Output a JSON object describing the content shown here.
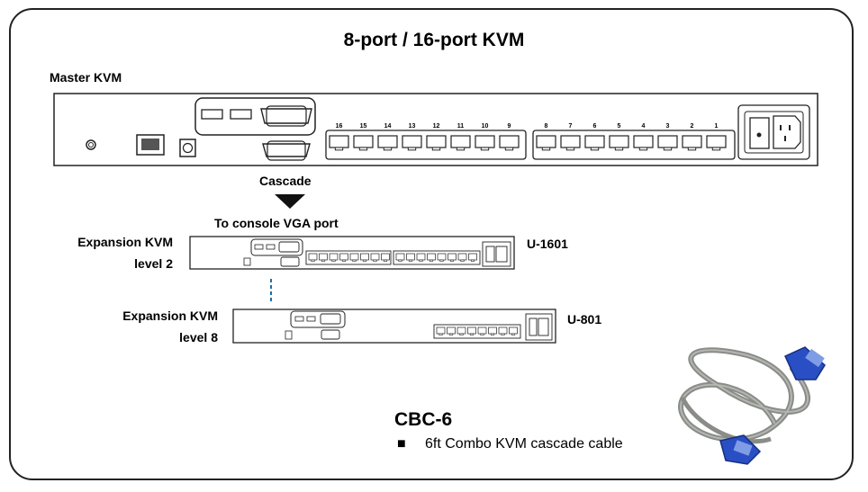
{
  "title": "8-port / 16-port KVM",
  "master": {
    "label": "Master KVM",
    "port_numbers_left": [
      "16",
      "15",
      "14",
      "13",
      "12",
      "11",
      "10",
      "9"
    ],
    "port_numbers_right": [
      "8",
      "7",
      "6",
      "5",
      "4",
      "3",
      "2",
      "1"
    ]
  },
  "cascade": {
    "label": "Cascade",
    "target": "To console VGA port"
  },
  "expansion_level2": {
    "label_line1": "Expansion KVM",
    "label_line2": "level 2",
    "model": "U-1601"
  },
  "expansion_level8": {
    "label_line1": "Expansion KVM",
    "label_line2": "level 8",
    "model": "U-801"
  },
  "cable": {
    "name": "CBC-6",
    "bullet": "■",
    "description": "6ft Combo KVM cascade cable",
    "colors": {
      "cable": "#8a8c88",
      "connector": "#2a4fc4"
    }
  },
  "colors": {
    "outline": "#222222",
    "dashed_link": "#1f6fa8"
  }
}
